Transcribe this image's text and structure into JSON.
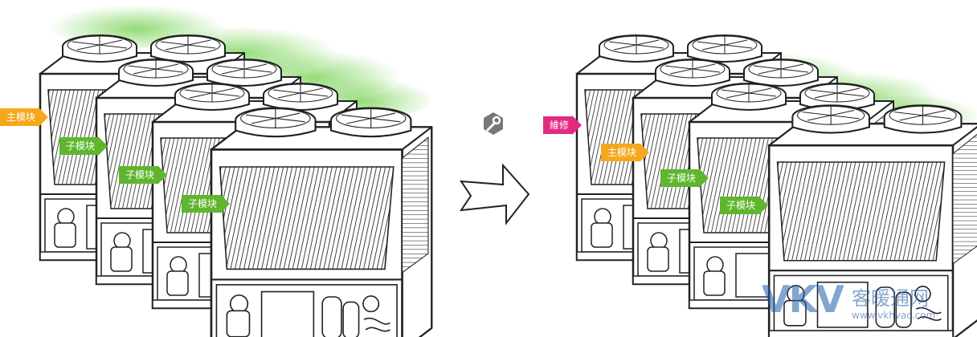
{
  "labels": {
    "primary": "主模块",
    "sub": "子模块",
    "repair": "維修"
  },
  "watermark": {
    "logo": "VKV",
    "name": "客暖通网",
    "url": "www.vkhvac.com"
  },
  "colors": {
    "primary": "#f5a81c",
    "sub": "#5fb62e",
    "repair": "#e22a80",
    "line": "#222222",
    "fan_glow": "#6fd04a",
    "wrench_badge": "#777777",
    "watermark": "#1f5ea8"
  },
  "icons": {
    "process_arrow": "hollow-right-arrow",
    "maintenance": "wrench-icon"
  },
  "panels": {
    "before": {
      "modules": 4,
      "offline": 0
    },
    "after": {
      "modules": 4,
      "offline": 1
    }
  }
}
